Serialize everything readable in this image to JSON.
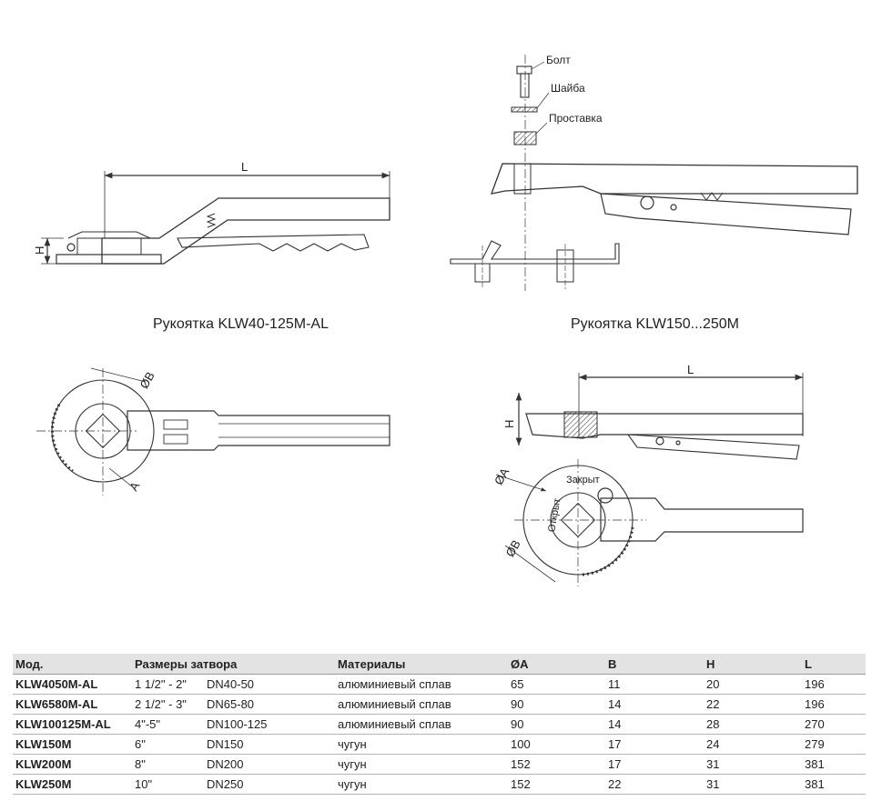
{
  "captions": {
    "left": "Рукоятка KLW40-125M-AL",
    "right": "Рукоятка KLW150...250M"
  },
  "parts": {
    "bolt": "Болт",
    "washer": "Шайба",
    "spacer": "Проставка"
  },
  "dimensions": {
    "L": "L",
    "H": "H",
    "A": "A",
    "B": "B",
    "diamA": "ØA",
    "diamB": "ØB"
  },
  "states": {
    "closed": "Закрыт",
    "open": "Открыт"
  },
  "table": {
    "headers": [
      "Мод.",
      "Размеры затвора",
      "",
      "Материалы",
      "ØA",
      "B",
      "H",
      "L"
    ],
    "rows": [
      {
        "model": "KLW4050M-AL",
        "inch": "1 1/2\" - 2\"",
        "dn": "DN40-50",
        "material": "алюминиевый сплав",
        "a": "65",
        "b": "11",
        "h": "20",
        "l": "196"
      },
      {
        "model": "KLW6580M-AL",
        "inch": "2 1/2\" - 3\"",
        "dn": "DN65-80",
        "material": "алюминиевый сплав",
        "a": "90",
        "b": "14",
        "h": "22",
        "l": "196"
      },
      {
        "model": "KLW100125M-AL",
        "inch": "4\"-5\"",
        "dn": "DN100-125",
        "material": "алюминиевый сплав",
        "a": "90",
        "b": "14",
        "h": "28",
        "l": "270"
      },
      {
        "model": "KLW150M",
        "inch": "6\"",
        "dn": "DN150",
        "material": "чугун",
        "a": "100",
        "b": "17",
        "h": "24",
        "l": "279"
      },
      {
        "model": "KLW200M",
        "inch": "8\"",
        "dn": "DN200",
        "material": "чугун",
        "a": "152",
        "b": "17",
        "h": "31",
        "l": "381"
      },
      {
        "model": "KLW250M",
        "inch": "10\"",
        "dn": "DN250",
        "material": "чугун",
        "a": "152",
        "b": "22",
        "h": "31",
        "l": "381"
      }
    ]
  }
}
